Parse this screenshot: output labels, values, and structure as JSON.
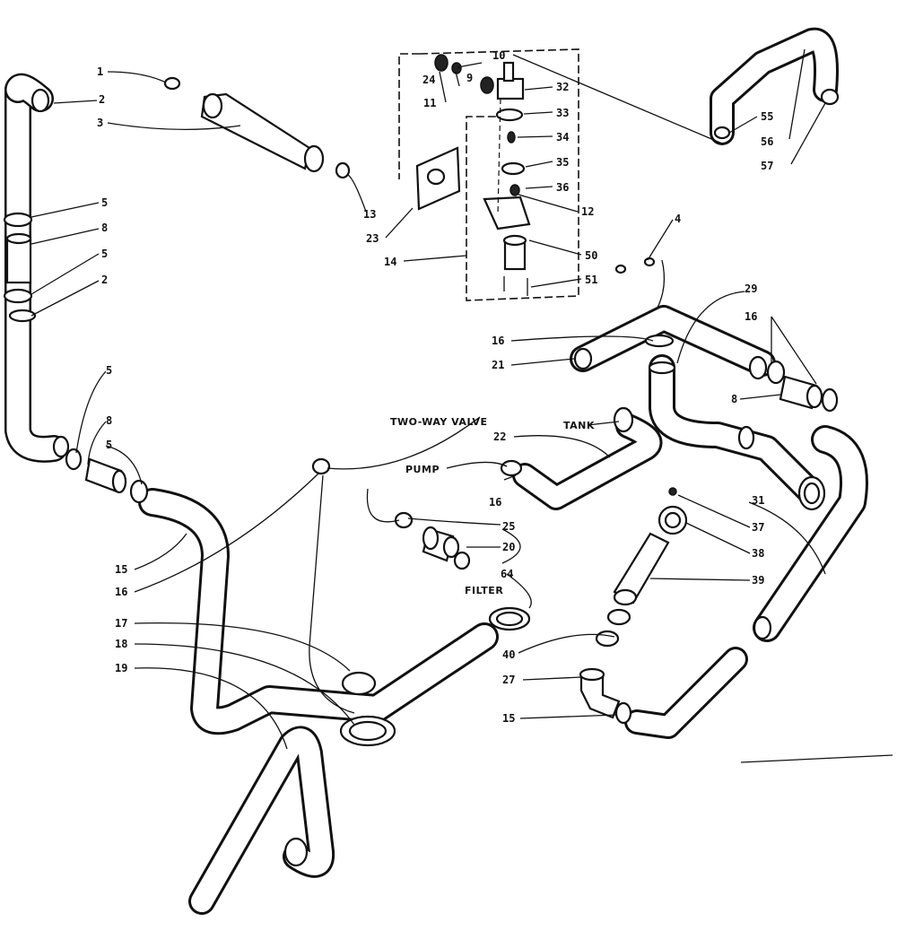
{
  "diagram": {
    "callouts": {
      "n1": "1",
      "n2a": "2",
      "n3": "3",
      "n5a": "5",
      "n8a": "8",
      "n5b": "5",
      "n2b": "2",
      "n5c": "5",
      "n8b": "8",
      "n5d": "5",
      "n15a": "15",
      "n16a": "16",
      "n17": "17",
      "n18": "18",
      "n19": "19",
      "n13": "13",
      "n23": "23",
      "n14": "14",
      "n10": "10",
      "n24": "24",
      "n11": "11",
      "n9": "9",
      "n32": "32",
      "n33": "33",
      "n34": "34",
      "n35": "35",
      "n36": "36",
      "n12": "12",
      "n50": "50",
      "n51": "51",
      "n4": "4",
      "n55": "55",
      "n56": "56",
      "n57": "57",
      "n29": "29",
      "n16b": "16",
      "n16c": "16",
      "n21": "21",
      "n8c": "8",
      "n22": "22",
      "n16d": "16",
      "n25": "25",
      "n20": "20",
      "n64": "64",
      "n31": "31",
      "n37": "37",
      "n38": "38",
      "n39": "39",
      "n40": "40",
      "n27": "27",
      "n15b": "15"
    },
    "words": {
      "two_way_valve": "TWO-WAY VALVE",
      "tank": "TANK",
      "pump": "PUMP",
      "filter": "FILTER"
    }
  }
}
